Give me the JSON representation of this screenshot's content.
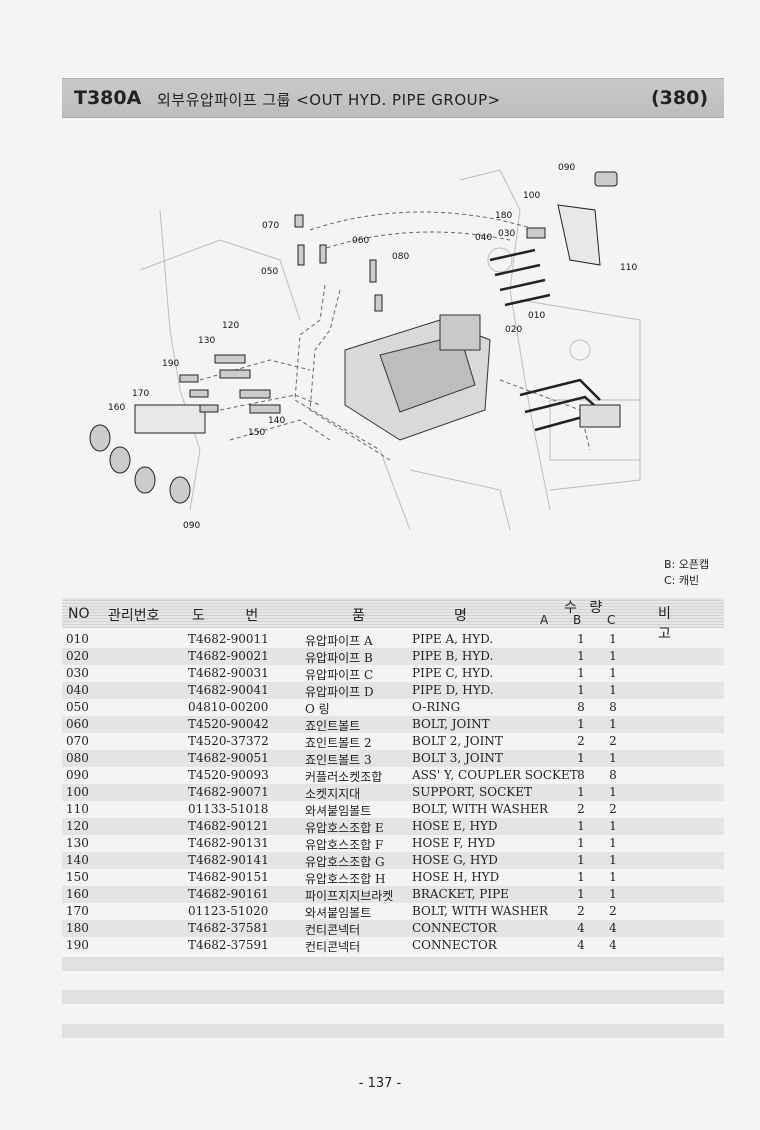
{
  "header": {
    "code": "T380A",
    "title": "외부유압파이프 그룹 <OUT HYD. PIPE GROUP>",
    "page_ref": "(380)"
  },
  "diagram": {
    "callouts": [
      "090",
      "100",
      "180",
      "040",
      "030",
      "110",
      "070",
      "060",
      "050",
      "080",
      "010",
      "020",
      "120",
      "130",
      "190",
      "170",
      "160",
      "140",
      "150",
      "090"
    ]
  },
  "legend": {
    "b": "B: 오픈캡",
    "c": "C: 캐빈"
  },
  "table": {
    "headers": {
      "no": "NO",
      "mgmt": "관리번호",
      "drawing": "도 번",
      "item": "품",
      "name": "명",
      "qty": "수 량",
      "a": "A",
      "b": "B",
      "c": "C",
      "remark": "비 고"
    },
    "rows": [
      {
        "no": "010",
        "part": "T4682-90011",
        "kr": "유압파이프 A",
        "en": "PIPE A, HYD.",
        "a": "1",
        "b": "1"
      },
      {
        "no": "020",
        "part": "T4682-90021",
        "kr": "유압파이프 B",
        "en": "PIPE B, HYD.",
        "a": "1",
        "b": "1"
      },
      {
        "no": "030",
        "part": "T4682-90031",
        "kr": "유압파이프 C",
        "en": "PIPE C, HYD.",
        "a": "1",
        "b": "1"
      },
      {
        "no": "040",
        "part": "T4682-90041",
        "kr": "유압파이프 D",
        "en": "PIPE D, HYD.",
        "a": "1",
        "b": "1"
      },
      {
        "no": "050",
        "part": "04810-00200",
        "kr": "O 링",
        "en": "O-RING",
        "a": "8",
        "b": "8"
      },
      {
        "no": "060",
        "part": "T4520-90042",
        "kr": "죠인트볼트",
        "en": "BOLT, JOINT",
        "a": "1",
        "b": "1"
      },
      {
        "no": "070",
        "part": "T4520-37372",
        "kr": "죠인트볼트 2",
        "en": "BOLT 2, JOINT",
        "a": "2",
        "b": "2"
      },
      {
        "no": "080",
        "part": "T4682-90051",
        "kr": "죠인트볼트 3",
        "en": "BOLT 3, JOINT",
        "a": "1",
        "b": "1"
      },
      {
        "no": "090",
        "part": "T4520-90093",
        "kr": "커플러소켓조합",
        "en": "ASS' Y, COUPLER SOCKET",
        "a": "8",
        "b": "8"
      },
      {
        "no": "100",
        "part": "T4682-90071",
        "kr": "소켓지지대",
        "en": "SUPPORT, SOCKET",
        "a": "1",
        "b": "1"
      },
      {
        "no": "110",
        "part": "01133-51018",
        "kr": "와셔붙임볼트",
        "en": "BOLT, WITH WASHER",
        "a": "2",
        "b": "2"
      },
      {
        "no": "120",
        "part": "T4682-90121",
        "kr": "유압호스조합 E",
        "en": "HOSE E, HYD",
        "a": "1",
        "b": "1"
      },
      {
        "no": "130",
        "part": "T4682-90131",
        "kr": "유압호스조합 F",
        "en": "HOSE F, HYD",
        "a": "1",
        "b": "1"
      },
      {
        "no": "140",
        "part": "T4682-90141",
        "kr": "유압호스조합 G",
        "en": "HOSE G, HYD",
        "a": "1",
        "b": "1"
      },
      {
        "no": "150",
        "part": "T4682-90151",
        "kr": "유압호스조합 H",
        "en": "HOSE H, HYD",
        "a": "1",
        "b": "1"
      },
      {
        "no": "160",
        "part": "T4682-90161",
        "kr": "파이프지지브라켓",
        "en": "BRACKET, PIPE",
        "a": "1",
        "b": "1"
      },
      {
        "no": "170",
        "part": "01123-51020",
        "kr": "와셔붙임볼트",
        "en": "BOLT, WITH WASHER",
        "a": "2",
        "b": "2"
      },
      {
        "no": "180",
        "part": "T4682-37581",
        "kr": "컨티콘넥터",
        "en": "CONNECTOR",
        "a": "4",
        "b": "4"
      },
      {
        "no": "190",
        "part": "T4682-37591",
        "kr": "컨티콘넥터",
        "en": "CONNECTOR",
        "a": "4",
        "b": "4"
      }
    ]
  },
  "footer": {
    "page_number": "- 137 -"
  }
}
